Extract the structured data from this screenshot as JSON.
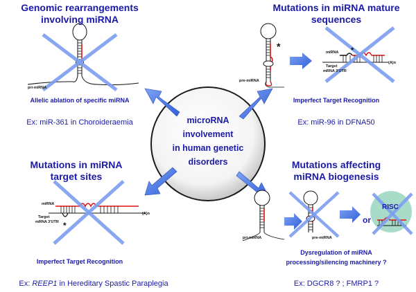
{
  "center": {
    "lines": [
      "microRNA",
      "involvement",
      "in human genetic",
      "disorders"
    ]
  },
  "top_left": {
    "title_1": "Genomic rearrangements",
    "title_2": "involving miRNA",
    "label_pri": "pri-miRNA",
    "subtitle": "Allelic ablation of specific miRNA",
    "example": "Ex: miR-361 in Choroideraemia"
  },
  "top_right": {
    "title_1": "Mutations in miRNA mature",
    "title_2": "sequences",
    "label_pre": "pre-miRNA",
    "label_mirna": "miRNA",
    "label_target_1": "Target",
    "label_target_2": "mRNA 3'UTR",
    "label_polya": "(A)n",
    "star": "*",
    "subtitle": "Imperfect Target Recognition",
    "example": "Ex: miR-96 in DFNA50"
  },
  "bottom_left": {
    "title_1": "Mutations in miRNA",
    "title_2": "target sites",
    "label_mirna": "miRNA",
    "label_target_1": "Target",
    "label_target_2": "mRNA 3'UTR",
    "label_polya": "(A)n",
    "star": "*",
    "subtitle": "Imperfect Target Recognition",
    "example_prefix": "Ex: ",
    "example_gene": "REEP1",
    "example_suffix": " in Hereditary Spastic Paraplegia"
  },
  "bottom_right": {
    "title_1": "Mutations affecting",
    "title_2": "miRNA biogenesis",
    "label_pri": "pri-miRNA",
    "label_pre": "pre-miRNA",
    "label_or": "or",
    "label_risc": "RISC",
    "subtitle_1": "Dysregulation of miRNA",
    "subtitle_2": "processing/silencing machinery ?",
    "example": "Ex: DGCR8 ? ; FMRP1 ?"
  },
  "colors": {
    "title_blue": "#1a1aa6",
    "arrow_blue": "#3f6fe0",
    "cross_blue": "#7d9ef0",
    "mismatch_red": "#e01010",
    "risc_green": "#a9dcc8"
  }
}
